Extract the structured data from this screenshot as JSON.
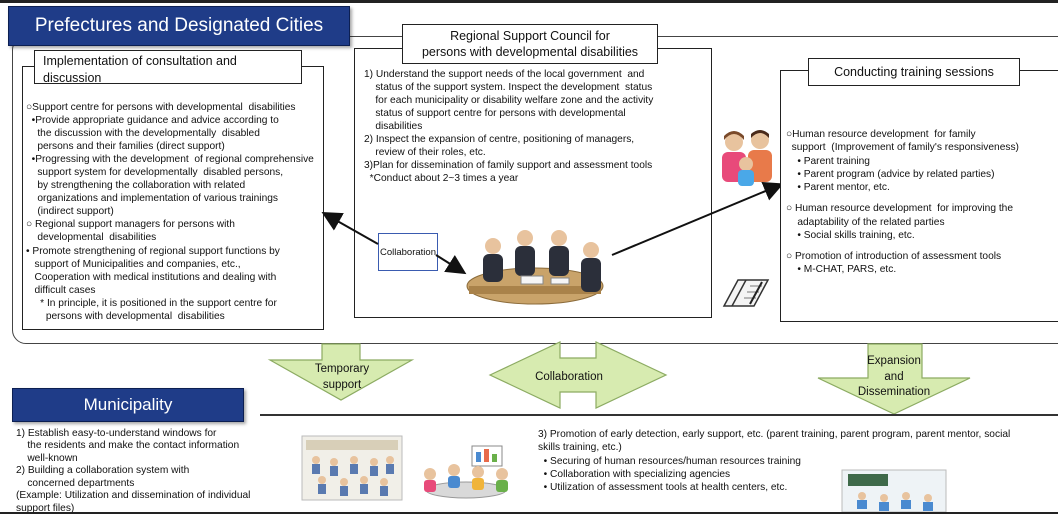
{
  "prefectures": {
    "title": "Prefectures and Designated Cities",
    "implementation": {
      "heading": "Implementation of consultation and discussion",
      "lines": [
        "○Support centre for persons with developmental  disabilities",
        "  •Provide appropriate guidance and advice according to",
        "    the discussion with the developmentally  disabled",
        "    persons and their families (direct support)",
        "  •Progressing with the development  of regional comprehensive",
        "    support system for developmentally  disabled persons,",
        "    by strengthening the collaboration with related",
        "    organizations and implementation of various trainings",
        "    (indirect support)",
        "○ Regional support managers for persons with",
        "    developmental  disabilities",
        "• Promote strengthening of regional support functions by",
        "   support of Municipalities and companies, etc.,",
        "   Cooperation with medical institutions and dealing with",
        "   difficult cases",
        "     * In principle, it is positioned in the support centre for",
        "       persons with developmental  disabilities"
      ]
    },
    "council": {
      "heading_line1": "Regional Support Council for",
      "heading_line2": "persons with developmental disabilities",
      "lines": [
        "1) Understand the support needs of the local government  and",
        "    status of the support system. Inspect the development  status",
        "    for each municipality or disability welfare zone and the activity",
        "    status of support centre for persons with developmental",
        "    disabilities",
        "2) Inspect the expansion of centre, positioning of managers,",
        "    review of their roles, etc.",
        "3)Plan for dissemination of family support and assessment tools",
        "  *Conduct about 2~3 times a year"
      ],
      "collaboration_label": "Collaboration"
    },
    "training": {
      "heading": "Conducting training sessions",
      "lines": [
        "○Human resource development  for family",
        "  support  (Improvement of family's responsiveness)",
        "    • Parent training",
        "    • Parent program (advice by related parties)",
        "    • Parent mentor, etc.",
        "",
        "○ Human resource development  for improving the",
        "    adaptability of the related parties",
        "    • Social skills training, etc.",
        "",
        "○ Promotion of introduction of assessment tools",
        "    • M-CHAT, PARS, etc."
      ]
    }
  },
  "arrows": {
    "left_line1": "Temporary",
    "left_line2": "support",
    "middle": "Collaboration",
    "right_line1": "Expansion",
    "right_line2": "and",
    "right_line3": "Dissemination",
    "fill_color": "#d7ebb0",
    "stroke_color": "#8cab62"
  },
  "municipality": {
    "title": "Municipality",
    "left_lines": [
      "1) Establish easy-to-understand windows for",
      "    the residents and make the contact information",
      "    well-known",
      "2) Building a collaboration system with",
      "    concerned departments",
      "(Example: Utilization and dissemination of individual",
      "support files)"
    ],
    "right_lines": [
      "3) Promotion of early detection, early support, etc. (parent training, parent program, parent mentor, social",
      "skills training, etc.)",
      "  • Securing of human resources/human resources training",
      "  • Collaboration with specializing agencies",
      "  • Utilization of assessment tools at health centers, etc."
    ]
  },
  "colors": {
    "title_bg": "#1f3c88",
    "collab_border": "#3a5bb0"
  },
  "icons": [
    "meeting-illustration",
    "family-illustration",
    "notebook-illustration",
    "crowd-illustration",
    "consultation-illustration",
    "classroom-illustration"
  ]
}
